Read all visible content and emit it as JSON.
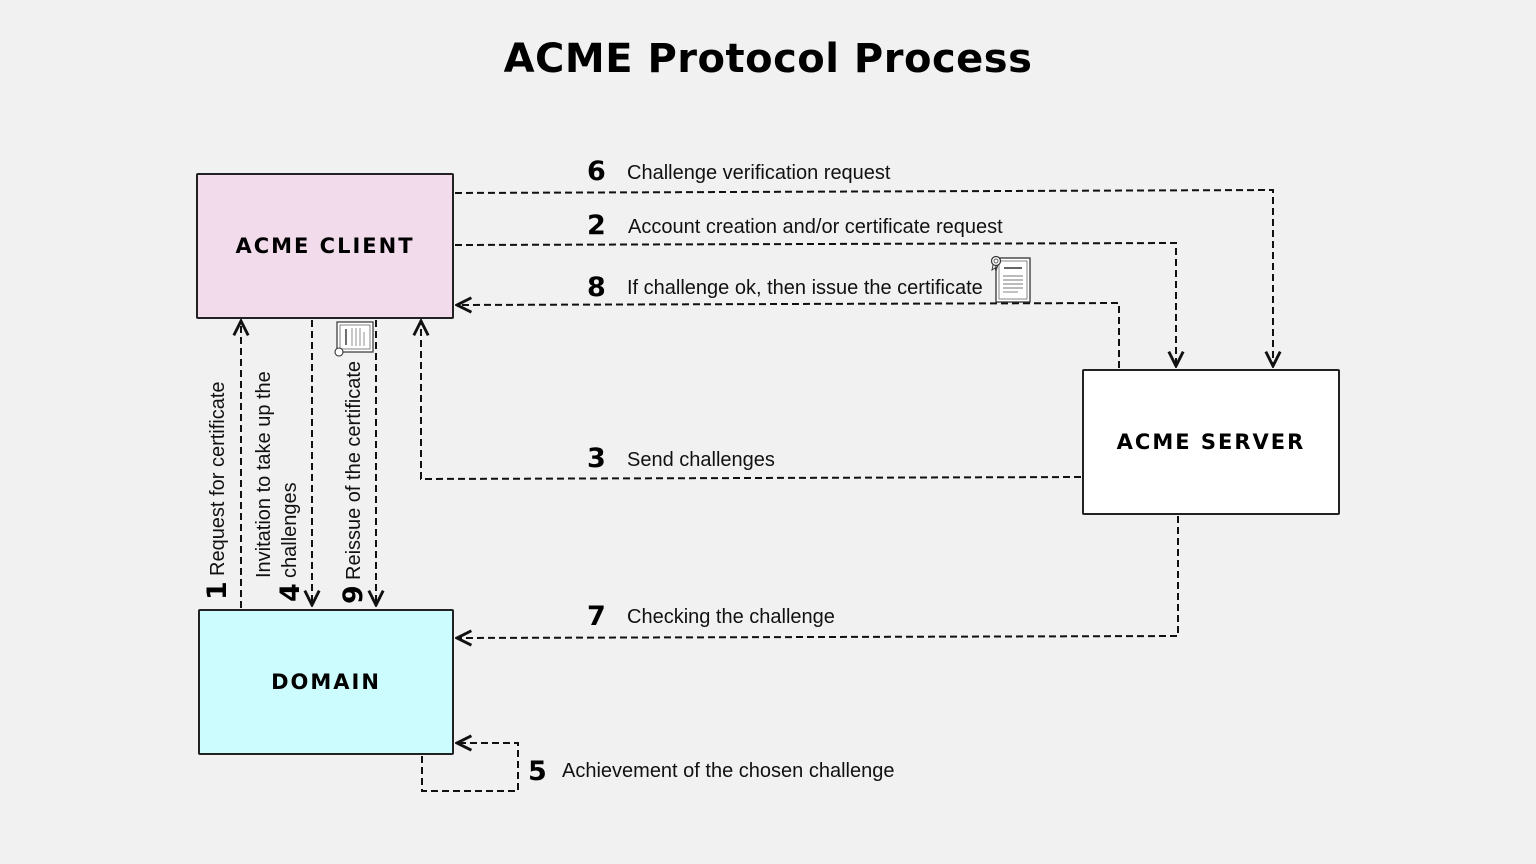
{
  "title": "ACME Protocol Process",
  "nodes": {
    "client": "ACME CLIENT",
    "server": "ACME SERVER",
    "domain": "DOMAIN"
  },
  "steps": [
    {
      "num": "1",
      "label": "Request  for certificate"
    },
    {
      "num": "2",
      "label": "Account creation and/or certificate request"
    },
    {
      "num": "3",
      "label": "Send challenges"
    },
    {
      "num": "4",
      "label_line1": "Invitation to take up the",
      "label_line2": "challenges"
    },
    {
      "num": "5",
      "label": "Achievement of the chosen challenge"
    },
    {
      "num": "6",
      "label": "Challenge verification request"
    },
    {
      "num": "7",
      "label": "Checking the challenge"
    },
    {
      "num": "8",
      "label": "If challenge ok, then issue the certificate"
    },
    {
      "num": "9",
      "label": "Reissue of the certificate"
    }
  ],
  "icons": [
    "certificate-icon"
  ]
}
